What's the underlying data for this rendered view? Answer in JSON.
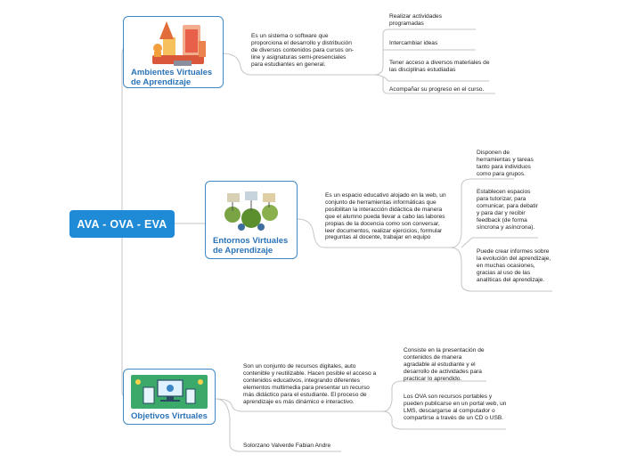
{
  "root": {
    "label": "AVA - OVA - EVA"
  },
  "branches": [
    {
      "title": "Ambientes Virtuales de Aprendizaje",
      "image_icon": "classroom-illustration",
      "description": "Es un sistema o software que proporciona el desarrollo y distribución de diversos contenidos para cursos on-line y asignaturas semi-presenciales para estudiantes en general.",
      "items": [
        "Realizar actividades programadas",
        "Intercambiar ideas",
        "Tener acceso a diversos materiales de las disciplinas estudiadas",
        "Acompañar su progreso en el curso."
      ]
    },
    {
      "title": "Entornos Virtuales de Aprendizaje",
      "image_icon": "network-people-illustration",
      "description": "Es un espacio educativo alojado en la web, un conjunto de herramientas informáticas que posibilitan la interacción didáctica de manera que el alumno pueda llevar a cabo las labores propias de la docencia como son conversar, leer documentos, realizar ejercicios, formular preguntas al docente, trabajar en equipo",
      "items": [
        "Disponen de herramientas y tareas tanto para individuos como para grupos.",
        "Establecen espacios para tutorizar, para comunicar, para debatir y para dar y recibir feedback (de forma síncrona y asíncrona).",
        "Puede crear informes sobre la evolución del aprendizaje, en muchas ocasiones, gracias al uso de las analíticas del aprendizaje."
      ]
    },
    {
      "title": "Objetivos Virtuales",
      "image_icon": "devices-illustration",
      "description": "Son un conjunto de recursos digitales, auto contenible y reutilizable. Hacen posible el acceso a contenidos educativos, integrando diferentes elementos multimedia para presentar un recurso más didáctico para el estudiante. El proceso de aprendizaje es más dinámico e interactivo.",
      "items": [
        "Consiste en la presentación de contenidos de manera agradable al estudiante y el desarrollo de actividades para practicar lo aprendido.",
        "Los OVA son recursos portables y pueden publicarse en un portal web, un LMS, descargarse al computador o compartirse a través de un CD o USB."
      ]
    }
  ],
  "author": "Solorzano Valverde Fabian Andre",
  "colors": {
    "root": "#1f8ad6",
    "topic_border": "#3f88c5",
    "topic_text": "#2a73b8",
    "connector": "#c3c3c3"
  }
}
